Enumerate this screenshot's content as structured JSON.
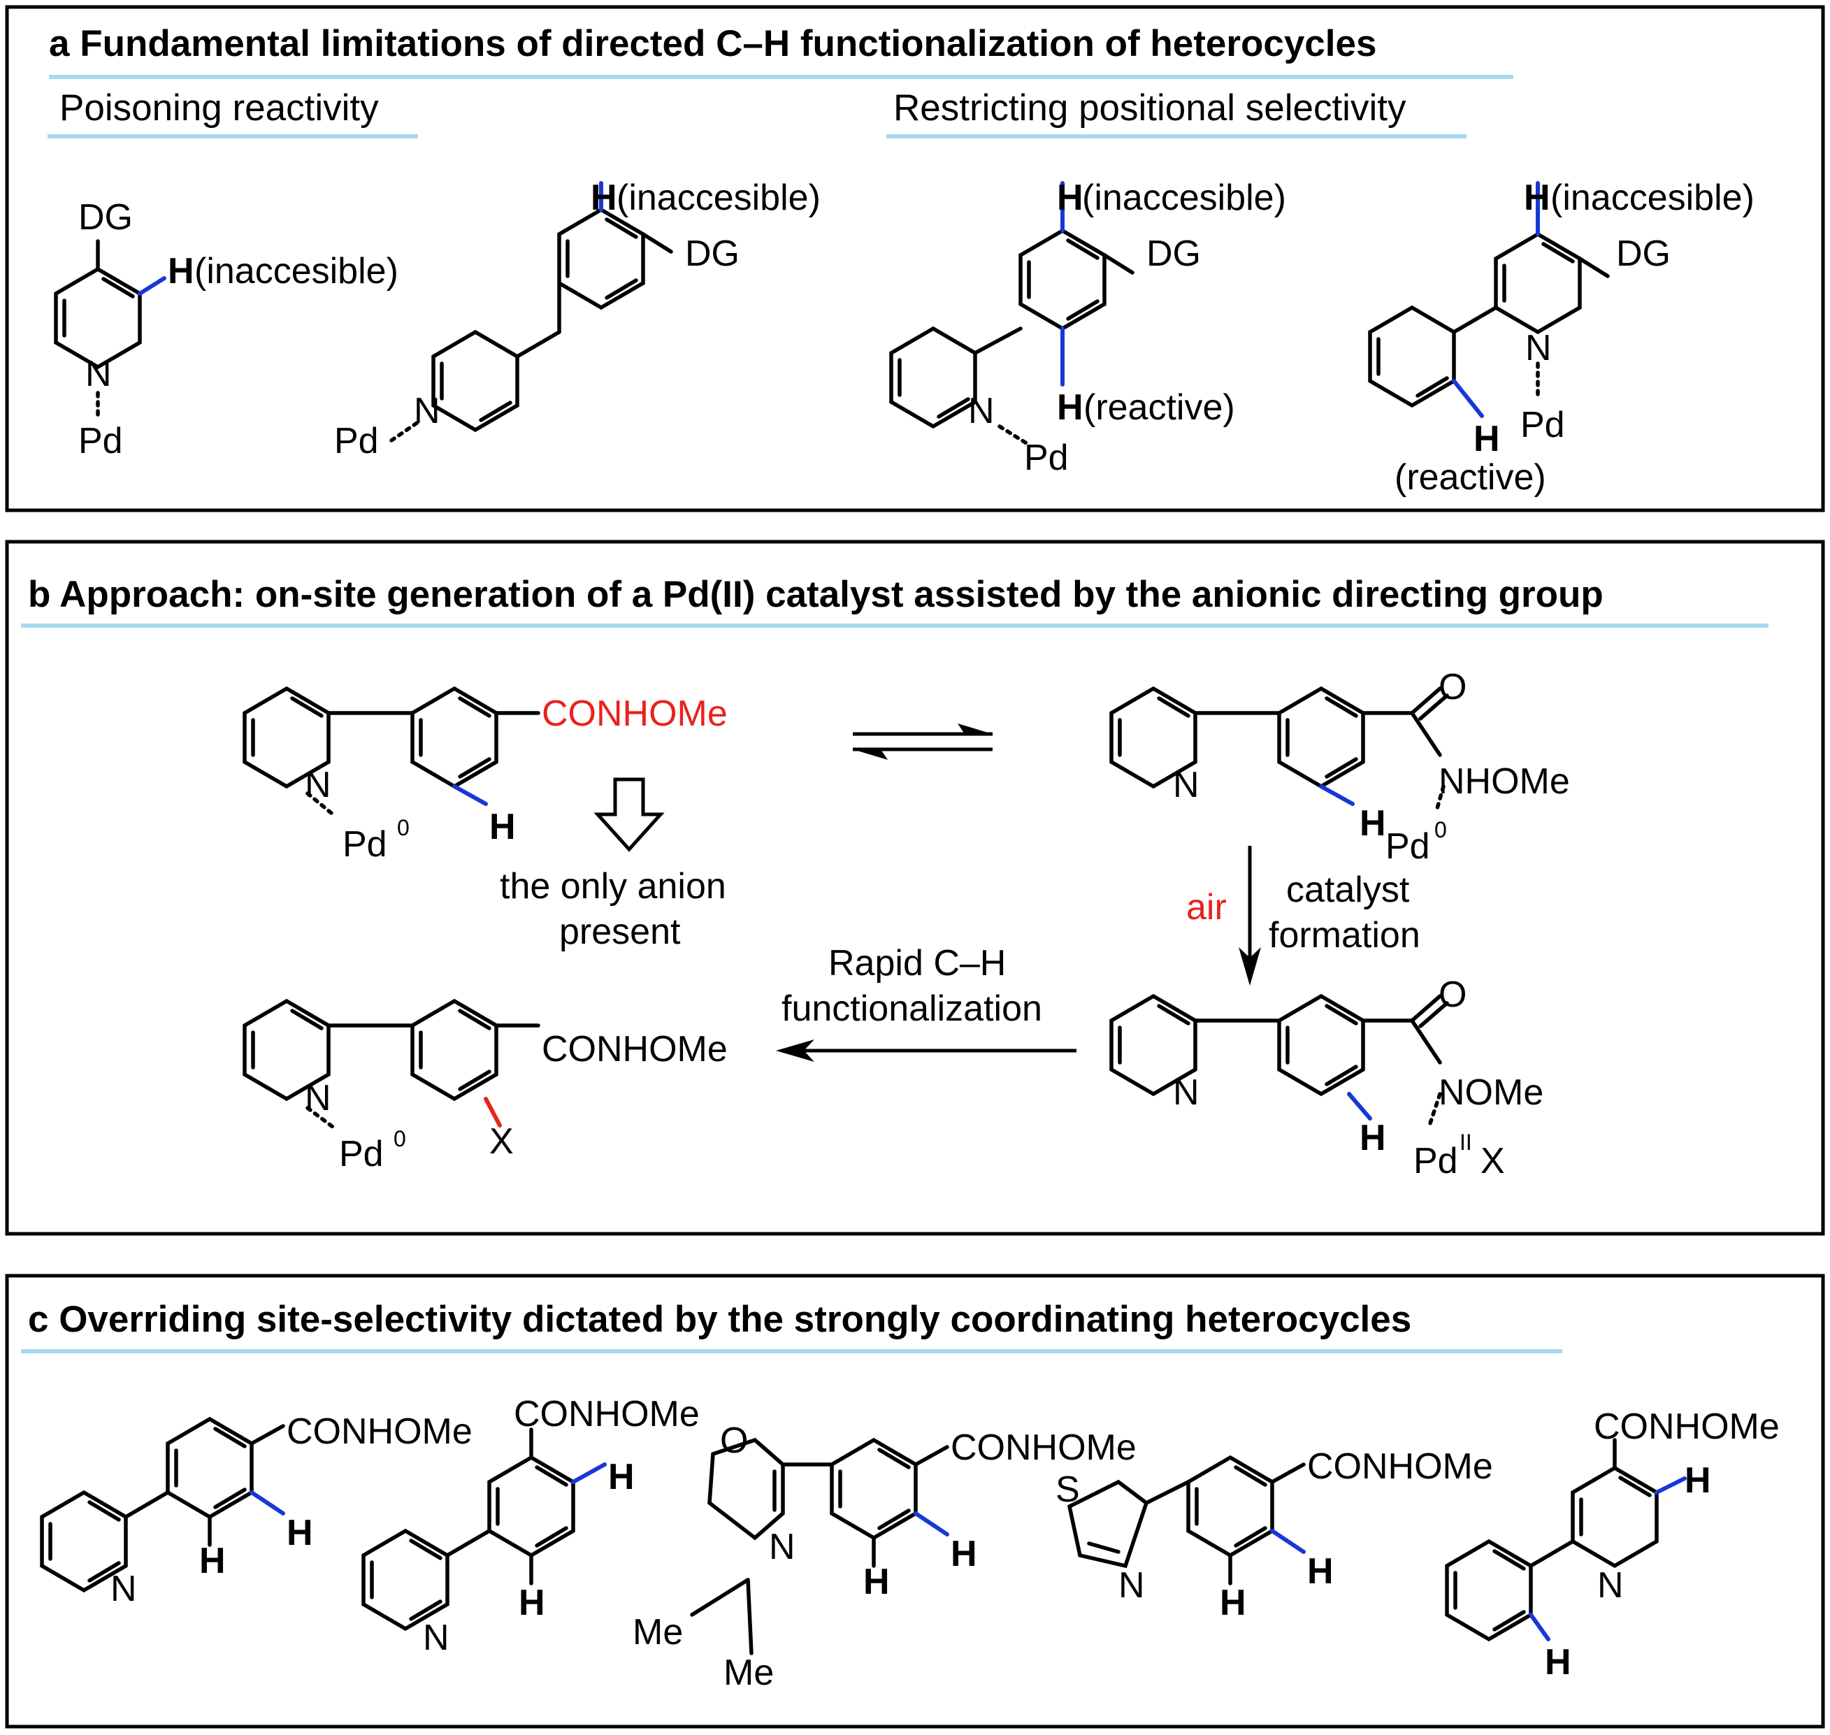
{
  "panel_a": {
    "title": "a Fundamental limitations of directed C–H functionalization of heterocycles",
    "left_heading": "Poisoning reactivity",
    "right_heading": "Restricting positional selectivity",
    "labels": {
      "dg": "DG",
      "h": "H",
      "inaccessible": "(inaccesible)",
      "reactive": "(reactive)",
      "n": "N",
      "pd": "Pd"
    }
  },
  "panel_b": {
    "title": "b Approach: on-site generation of a Pd(II) catalyst assisted by the anionic directing group",
    "conhome": "CONHOMe",
    "n": "N",
    "h": "H",
    "o": "O",
    "x": "X",
    "pd": "Pd",
    "zero": "0",
    "two": "II",
    "nhome": "NHOMe",
    "nome": "NOMe",
    "only_anion_1": "the only anion",
    "only_anion_2": "present",
    "air": "air",
    "catalyst_1": "catalyst",
    "catalyst_2": "formation",
    "rapid_1": "Rapid C–H",
    "rapid_2": "functionalization"
  },
  "panel_c": {
    "title": "c Overriding site-selectivity dictated by the strongly coordinating heterocycles",
    "conhome": "CONHOMe",
    "h": "H",
    "n": "N",
    "o": "O",
    "s": "S",
    "me": "Me"
  },
  "colors": {
    "highlight_bond": "#1838d6",
    "reactive_text": "#e8221c",
    "underline": "#a7d9f2"
  }
}
